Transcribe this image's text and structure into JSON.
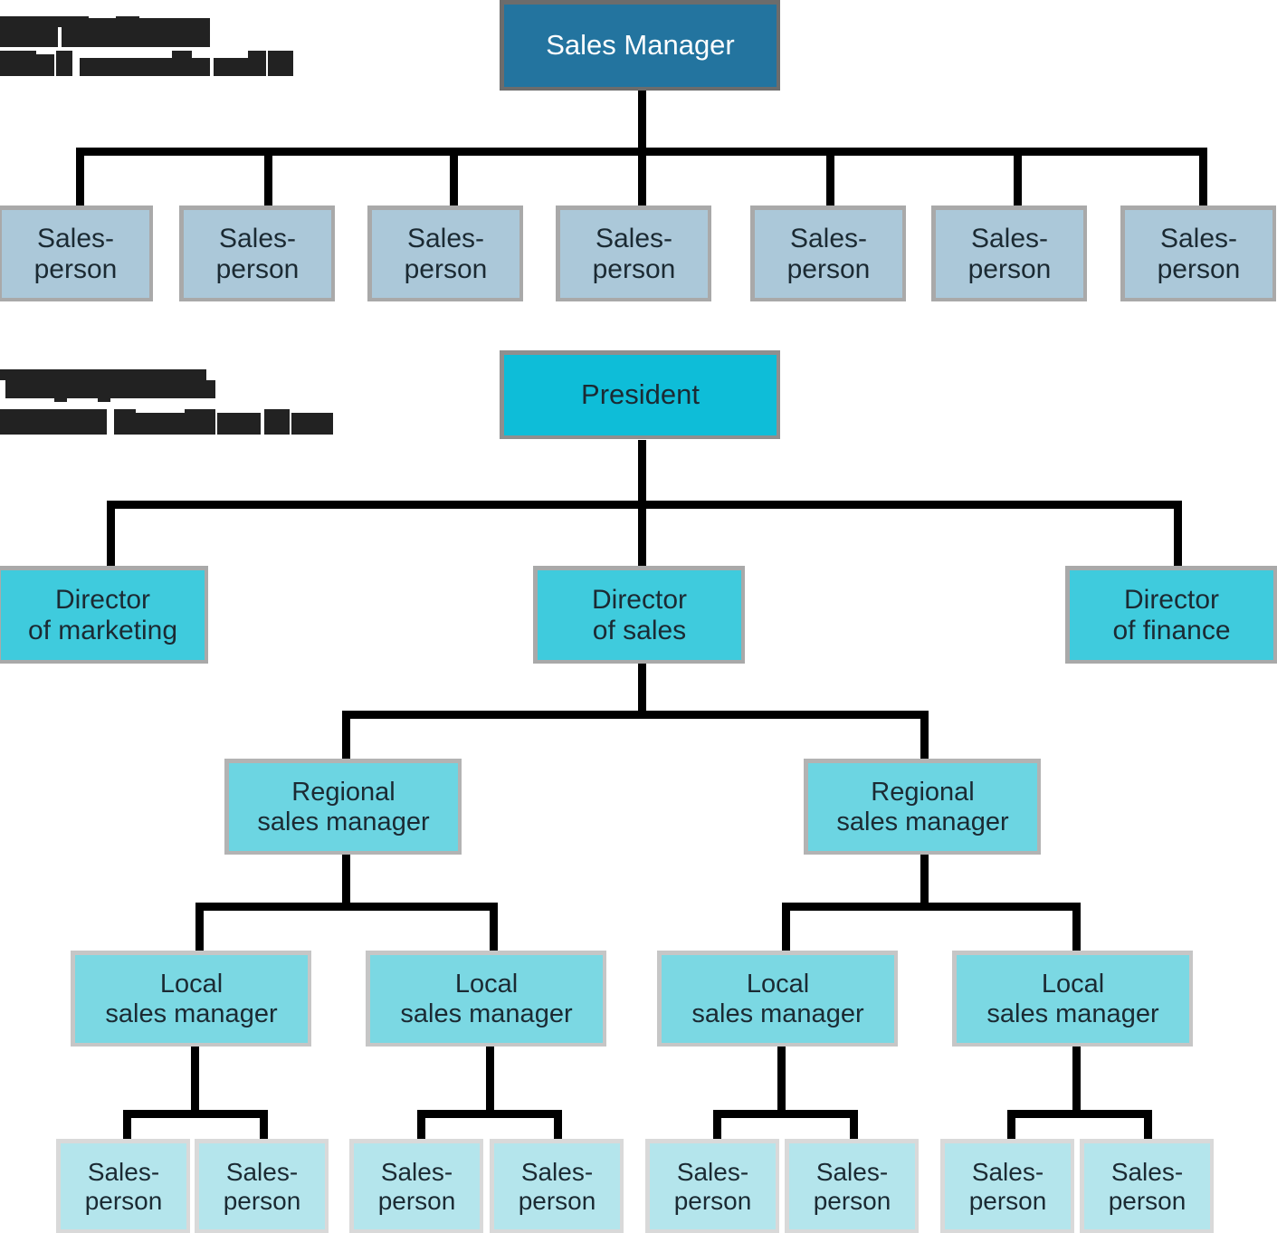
{
  "diagram": {
    "title_visible": false,
    "background": "#ffffff",
    "palette": {
      "root_sales_manager": "#23749f",
      "salesperson_top": "#abc8d9",
      "president": "#0ebdd8",
      "director": "#3fcbdd",
      "regional_manager": "#6cd5e2",
      "local_manager": "#7bd8e3",
      "salesperson_bottom": "#b4e5ec",
      "connector": "#000000",
      "box_border": "#a9a9a9",
      "text_dark": "#1b2a33",
      "text_light": "#ffffff",
      "redaction": "#222222"
    }
  },
  "captions": {
    "top": {
      "status": "redacted",
      "line_count": 2,
      "note": "two-line caption obscured by black redaction bars"
    },
    "middle": {
      "status": "redacted",
      "line_count": 2,
      "note": "two-line caption obscured by black redaction bars"
    }
  },
  "chart_data": {
    "type": "tree",
    "orientation": "top-down",
    "sections": [
      {
        "id": "flat-structure",
        "root": {
          "id": "sales-manager",
          "label": "Sales Manager",
          "level": 0,
          "color": "#23749f"
        },
        "children_count": 7,
        "children": [
          {
            "id": "sp-1",
            "label": "Sales-\nperson",
            "level": 1,
            "color": "#abc8d9"
          },
          {
            "id": "sp-2",
            "label": "Sales-\nperson",
            "level": 1,
            "color": "#abc8d9"
          },
          {
            "id": "sp-3",
            "label": "Sales-\nperson",
            "level": 1,
            "color": "#abc8d9"
          },
          {
            "id": "sp-4",
            "label": "Sales-\nperson",
            "level": 1,
            "color": "#abc8d9"
          },
          {
            "id": "sp-5",
            "label": "Sales-\nperson",
            "level": 1,
            "color": "#abc8d9"
          },
          {
            "id": "sp-6",
            "label": "Sales-\nperson",
            "level": 1,
            "color": "#abc8d9"
          },
          {
            "id": "sp-7",
            "label": "Sales-\nperson",
            "level": 1,
            "color": "#abc8d9"
          }
        ]
      },
      {
        "id": "hierarchical-structure",
        "root": {
          "id": "president",
          "label": "President",
          "level": 0,
          "color": "#0ebdd8"
        },
        "directors": [
          {
            "id": "dir-marketing",
            "label": "Director\nof marketing",
            "level": 1,
            "color": "#3fcbdd"
          },
          {
            "id": "dir-sales",
            "label": "Director\nof sales",
            "level": 1,
            "color": "#3fcbdd"
          },
          {
            "id": "dir-finance",
            "label": "Director\nof finance",
            "level": 1,
            "color": "#3fcbdd"
          }
        ],
        "regional_managers": [
          {
            "id": "rsm-1",
            "label": "Regional\nsales manager",
            "level": 2,
            "color": "#6cd5e2",
            "parent": "dir-sales"
          },
          {
            "id": "rsm-2",
            "label": "Regional\nsales manager",
            "level": 2,
            "color": "#6cd5e2",
            "parent": "dir-sales"
          }
        ],
        "local_managers": [
          {
            "id": "lsm-1",
            "label": "Local\nsales manager",
            "level": 3,
            "color": "#7bd8e3",
            "parent": "rsm-1"
          },
          {
            "id": "lsm-2",
            "label": "Local\nsales manager",
            "level": 3,
            "color": "#7bd8e3",
            "parent": "rsm-1"
          },
          {
            "id": "lsm-3",
            "label": "Local\nsales manager",
            "level": 3,
            "color": "#7bd8e3",
            "parent": "rsm-2"
          },
          {
            "id": "lsm-4",
            "label": "Local\nsales manager",
            "level": 3,
            "color": "#7bd8e3",
            "parent": "rsm-2"
          }
        ],
        "salespeople": [
          {
            "id": "bsp-1",
            "label": "Sales-\nperson",
            "level": 4,
            "color": "#b4e5ec",
            "parent": "lsm-1"
          },
          {
            "id": "bsp-2",
            "label": "Sales-\nperson",
            "level": 4,
            "color": "#b4e5ec",
            "parent": "lsm-1"
          },
          {
            "id": "bsp-3",
            "label": "Sales-\nperson",
            "level": 4,
            "color": "#b4e5ec",
            "parent": "lsm-2"
          },
          {
            "id": "bsp-4",
            "label": "Sales-\nperson",
            "level": 4,
            "color": "#b4e5ec",
            "parent": "lsm-2"
          },
          {
            "id": "bsp-5",
            "label": "Sales-\nperson",
            "level": 4,
            "color": "#b4e5ec",
            "parent": "lsm-3"
          },
          {
            "id": "bsp-6",
            "label": "Sales-\nperson",
            "level": 4,
            "color": "#b4e5ec",
            "parent": "lsm-3"
          },
          {
            "id": "bsp-7",
            "label": "Sales-\nperson",
            "level": 4,
            "color": "#b4e5ec",
            "parent": "lsm-4"
          },
          {
            "id": "bsp-8",
            "label": "Sales-\nperson",
            "level": 4,
            "color": "#b4e5ec",
            "parent": "lsm-4"
          }
        ]
      }
    ]
  }
}
